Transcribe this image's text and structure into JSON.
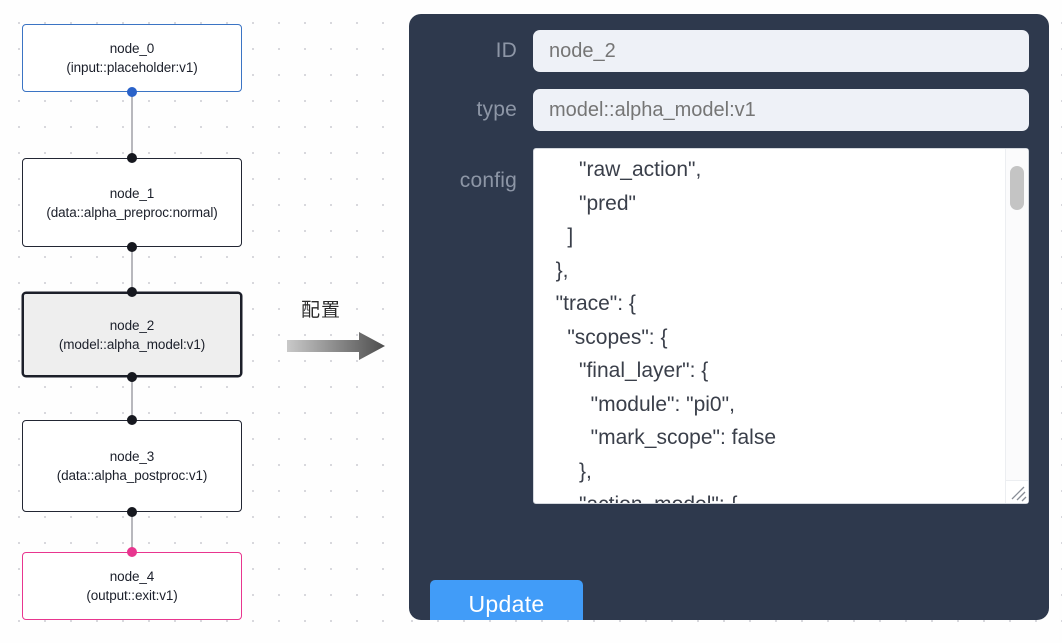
{
  "graph": {
    "nodes": [
      {
        "id": "node_0",
        "label": "node_0",
        "type_label": "(input::placeholder:v1)",
        "kind": "input",
        "selected": false
      },
      {
        "id": "node_1",
        "label": "node_1",
        "type_label": "(data::alpha_preproc:normal)",
        "kind": "default",
        "selected": false
      },
      {
        "id": "node_2",
        "label": "node_2",
        "type_label": "(model::alpha_model:v1)",
        "kind": "model",
        "selected": true
      },
      {
        "id": "node_3",
        "label": "node_3",
        "type_label": "(data::alpha_postproc:v1)",
        "kind": "default",
        "selected": false
      },
      {
        "id": "node_4",
        "label": "node_4",
        "type_label": "(output::exit:v1)",
        "kind": "output",
        "selected": false
      }
    ]
  },
  "transition": {
    "label": "配置",
    "arrow_icon": "right-arrow-icon"
  },
  "inspector": {
    "fields": {
      "id_label": "ID",
      "id_value": "node_2",
      "id_placeholder": "node_2",
      "type_label": "type",
      "type_value": "model::alpha_model:v1",
      "type_placeholder": "model::alpha_model:v1",
      "config_label": "config",
      "config_value": "      \"raw_action\",\n      \"pred\"\n    ]\n  },\n  \"trace\": {\n    \"scopes\": {\n      \"final_layer\": {\n        \"module\": \"pi0\",\n        \"mark_scope\": false\n      },\n      \"action_model\": {"
    },
    "update_label": "Update",
    "accent_color": "#419cf8",
    "panel_color": "#2e394d",
    "label_color": "#8d96a6",
    "input_bg": "#eef1f7"
  },
  "colors": {
    "input_node_border": "#3b74c4",
    "output_node_border": "#e8368f",
    "default_node_border": "#222633",
    "selected_node_fill": "#eeeeee",
    "edge_color": "#b8b8bd",
    "port_color": "#16181f"
  }
}
